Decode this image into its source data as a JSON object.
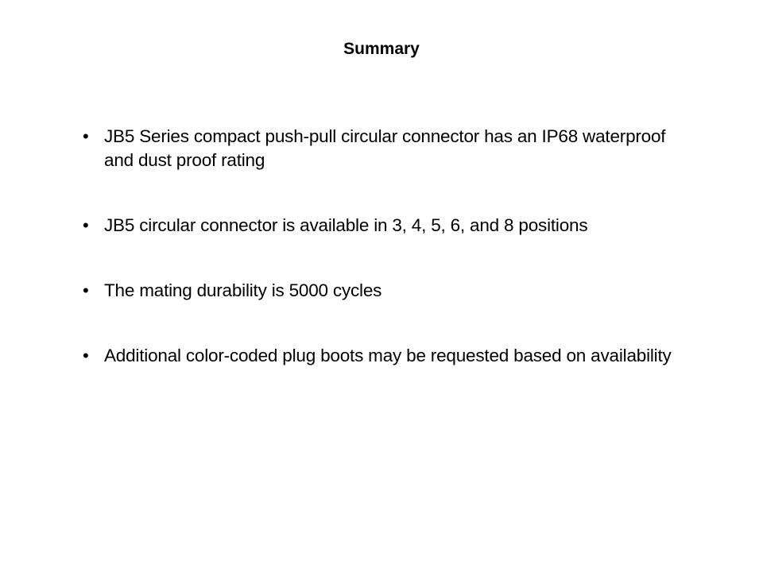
{
  "slide": {
    "title": "Summary",
    "bullet_glyph": "•",
    "bullets": [
      {
        "text": "JB5 Series compact push-pull circular connector has an IP68 waterproof and dust proof rating"
      },
      {
        "text": "JB5 circular connector is available in 3, 4, 5, 6, and 8 positions"
      },
      {
        "text": "The mating durability is 5000 cycles"
      },
      {
        "text": "Additional color-coded plug boots may be requested based on availability"
      }
    ]
  }
}
